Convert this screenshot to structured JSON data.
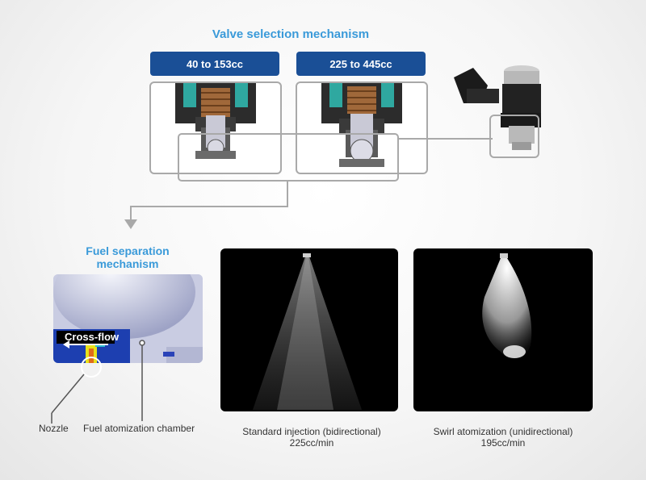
{
  "valve_section": {
    "title": "Valve selection mechanism",
    "range_small": "40 to 153cc",
    "range_large": "225 to 445cc"
  },
  "separation_section": {
    "title_line1": "Fuel separation",
    "title_line2": "mechanism",
    "crossflow_label": "Cross-flow",
    "nozzle_label": "Nozzle",
    "chamber_label": "Fuel atomization chamber"
  },
  "spray_standard": {
    "caption_line1": "Standard injection (bidirectional)",
    "caption_line2": "225cc/min"
  },
  "spray_swirl": {
    "caption_line1": "Swirl atomization (unidirectional)",
    "caption_line2": "195cc/min"
  },
  "colors": {
    "accent": "#3a9ad9",
    "badge": "#1a4f96",
    "frame": "#a9a9a9"
  }
}
